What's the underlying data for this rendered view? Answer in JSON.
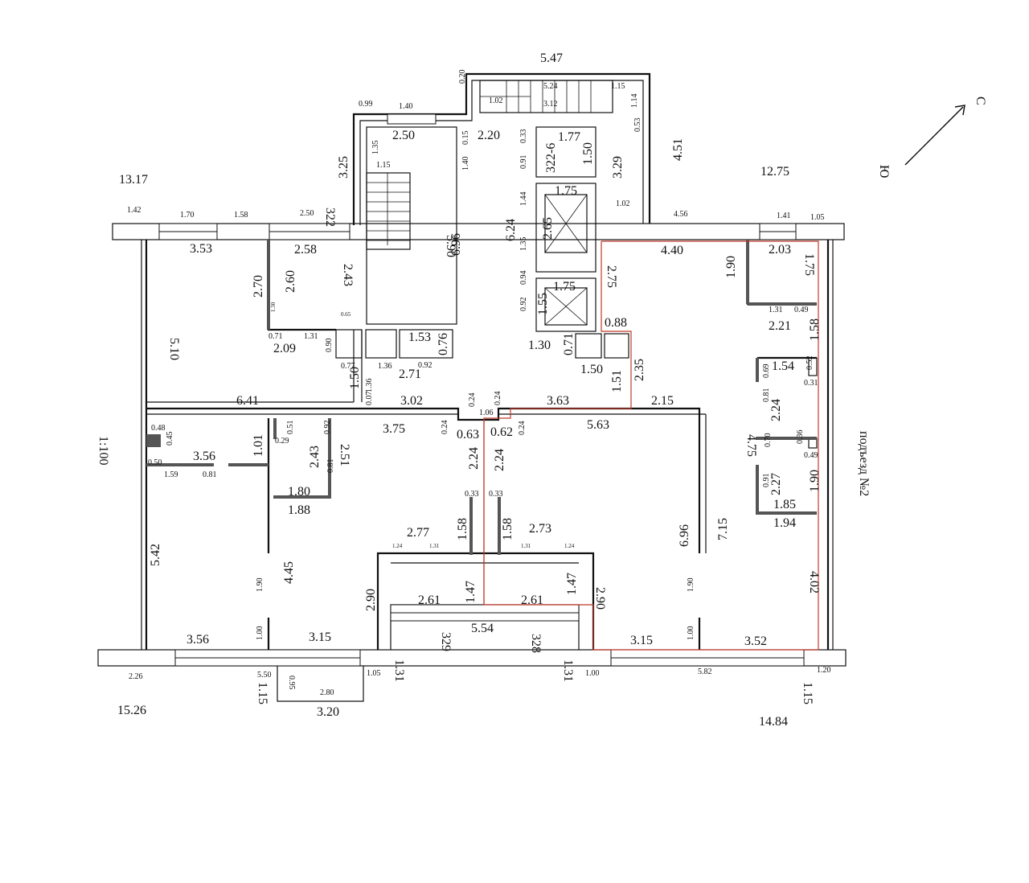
{
  "plan": {
    "scale": "1:100",
    "entrance_label": "подъезд №2",
    "compass": {
      "north": "С",
      "south": "Ю"
    },
    "overall": {
      "top": "5.47",
      "left_top": "13.17",
      "right_top": "12.75",
      "bottom_left": "15.26",
      "bottom_right": "14.84"
    },
    "dimensions": {
      "d_0.20": "0.20",
      "d_5.24": "5.24",
      "d_1.15a": "1.15",
      "d_1.02a": "1.02",
      "d_3.12": "3.12",
      "d_1.14": "1.14",
      "d_0.53": "0.53",
      "d_0.99": "0.99",
      "d_1.40a": "1.40",
      "d_2.50a": "2.50",
      "d_2.20": "2.20",
      "d_0.33a": "0.33",
      "d_0.91a": "0.91",
      "d_1.77": "1.77",
      "d_322-6": "322-6",
      "d_1.50a": "1.50",
      "d_3.29": "3.29",
      "d_4.51": "4.51",
      "d_3.25": "3.25",
      "d_1.35a": "1.35",
      "d_1.15b": "1.15",
      "d_0.15": "0.15",
      "d_1.40b": "1.40",
      "d_1.44": "1.44",
      "d_1.75a": "1.75",
      "d_2.65": "2.65",
      "d_6.24": "6.24",
      "d_1.35b": "1.35",
      "d_1.02b": "1.02",
      "d_322": "322",
      "d_1.42": "1.42",
      "d_1.70": "1.70",
      "d_1.58a": "1.58",
      "d_2.50b": "2.50",
      "d_4.56": "4.56",
      "d_1.41": "1.41",
      "d_1.05a": "1.05",
      "d_5.90": "5.90",
      "d_6.96a": "6.96",
      "d_3.53": "3.53",
      "d_2.58": "2.58",
      "d_2.70": "2.70",
      "d_2.60": "2.60",
      "d_2.43a": "2.43",
      "d_4.40": "4.40",
      "d_2.03": "2.03",
      "d_1.90a": "1.90",
      "d_1.75b": "1.75",
      "d_0.94": "0.94",
      "d_1.75c": "1.75",
      "d_0.92a": "0.92",
      "d_1.55": "1.55",
      "d_2.75": "2.75",
      "d_5.10": "5.10",
      "d_1.30a": "1.30",
      "d_0.65": "0.65",
      "d_0.71a": "0.71",
      "d_1.31a": "1.31",
      "d_0.90": "0.90",
      "d_2.09": "2.09",
      "d_1.53": "1.53",
      "d_0.76": "0.76",
      "d_0.88": "0.88",
      "d_1.31b": "1.31",
      "d_0.49a": "0.49",
      "d_2.21": "2.21",
      "d_1.58b": "1.58",
      "d_1.30b": "1.30",
      "d_0.71b": "0.71",
      "d_0.77": "0.77",
      "d_1.36a": "1.36",
      "d_2.71": "2.71",
      "d_0.92b": "0.92",
      "d_1.50b": "1.50",
      "d_1.50c": "1.50",
      "d_1.51": "1.51",
      "d_2.35": "2.35",
      "d_1.54": "1.54",
      "d_0.52": "0.52",
      "d_0.69": "0.69",
      "d_0.31": "0.31",
      "d_1.36b": "1.36",
      "d_0.07": "0.07",
      "d_6.41": "6.41",
      "d_3.02": "3.02",
      "d_0.24a": "0.24",
      "d_0.24b": "0.24",
      "d_1.06": "1.06",
      "d_3.63": "3.63",
      "d_2.15": "2.15",
      "d_0.81a": "0.81",
      "d_2.24a": "2.24",
      "d_4.75": "4.75",
      "d_0.48": "0.48",
      "d_0.45": "0.45",
      "d_0.50": "0.50",
      "d_1.59": "1.59",
      "d_3.56a": "3.56",
      "d_0.81b": "0.81",
      "d_1.01": "1.01",
      "d_0.51": "0.51",
      "d_0.29": "0.29",
      "d_0.92c": "0.92",
      "d_2.51": "2.51",
      "d_2.43b": "2.43",
      "d_0.81c": "0.81",
      "d_3.75": "3.75",
      "d_0.24c": "0.24",
      "d_0.63": "0.63",
      "d_0.62": "0.62",
      "d_0.24d": "0.24",
      "d_5.63": "5.63",
      "d_2.24b": "2.24",
      "d_2.24c": "2.24",
      "d_0.70": "0.70",
      "d_0.36": "0.36",
      "d_0.49b": "0.49",
      "d_1.80": "1.80",
      "d_1.88": "1.88",
      "d_0.33b": "0.33",
      "d_0.33c": "0.33",
      "d_0.91b": "0.91",
      "d_2.27": "2.27",
      "d_1.90b": "1.90",
      "d_1.85": "1.85",
      "d_1.94": "1.94",
      "d_1.58c": "1.58",
      "d_1.58d": "1.58",
      "d_2.77": "2.77",
      "d_2.73": "2.73",
      "d_6.96b": "6.96",
      "d_7.15": "7.15",
      "d_5.42": "5.42",
      "d_4.45": "4.45",
      "d_1.24a": "1.24",
      "d_1.31c": "1.31",
      "d_1.31d": "1.31",
      "d_1.24b": "1.24",
      "d_1.90c": "1.90",
      "d_2.90a": "2.90",
      "d_1.47a": "1.47",
      "d_1.47b": "1.47",
      "d_2.90b": "2.90",
      "d_1.90d": "1.90",
      "d_4.02": "4.02",
      "d_2.61a": "2.61",
      "d_2.61b": "2.61",
      "d_329": "329",
      "d_5.54": "5.54",
      "d_328": "328",
      "d_1.00a": "1.00",
      "d_3.56b": "3.56",
      "d_3.15a": "3.15",
      "d_1.31e": "1.31",
      "d_1.31f": "1.31",
      "d_1.00b": "1.00",
      "d_3.15b": "3.15",
      "d_3.52": "3.52",
      "d_2.26": "2.26",
      "d_5.50": "5.50",
      "d_0.95": "0.95",
      "d_1.05b": "1.05",
      "d_2.80": "2.80",
      "d_1.15c": "1.15",
      "d_3.20": "3.20",
      "d_1.00c": "1.00",
      "d_5.82": "5.82",
      "d_1.20": "1.20",
      "d_1.15d": "1.15"
    }
  }
}
